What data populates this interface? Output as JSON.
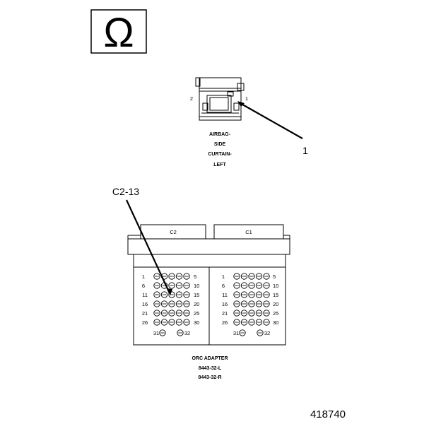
{
  "omega_symbol": "Ω",
  "airbag_connector": {
    "pin_left": "2",
    "pin_right": "1",
    "label_lines": [
      "AIRBAG-",
      "SIDE",
      "CURTAIN-",
      "LEFT"
    ]
  },
  "callouts": {
    "one": "1",
    "c2_13": "C2-13"
  },
  "adapter": {
    "c2_label": "C2",
    "c1_label": "C1",
    "row_start_numbers": [
      "1",
      "6",
      "11",
      "16",
      "21",
      "26"
    ],
    "row_end_numbers": [
      "5",
      "10",
      "15",
      "20",
      "25",
      "30"
    ],
    "bottom_left_number": "31",
    "bottom_right_number": "32",
    "title_lines": [
      "ORC ADAPTER",
      "8443-32-L",
      "8443-32-R"
    ]
  },
  "figure_number": "418740"
}
